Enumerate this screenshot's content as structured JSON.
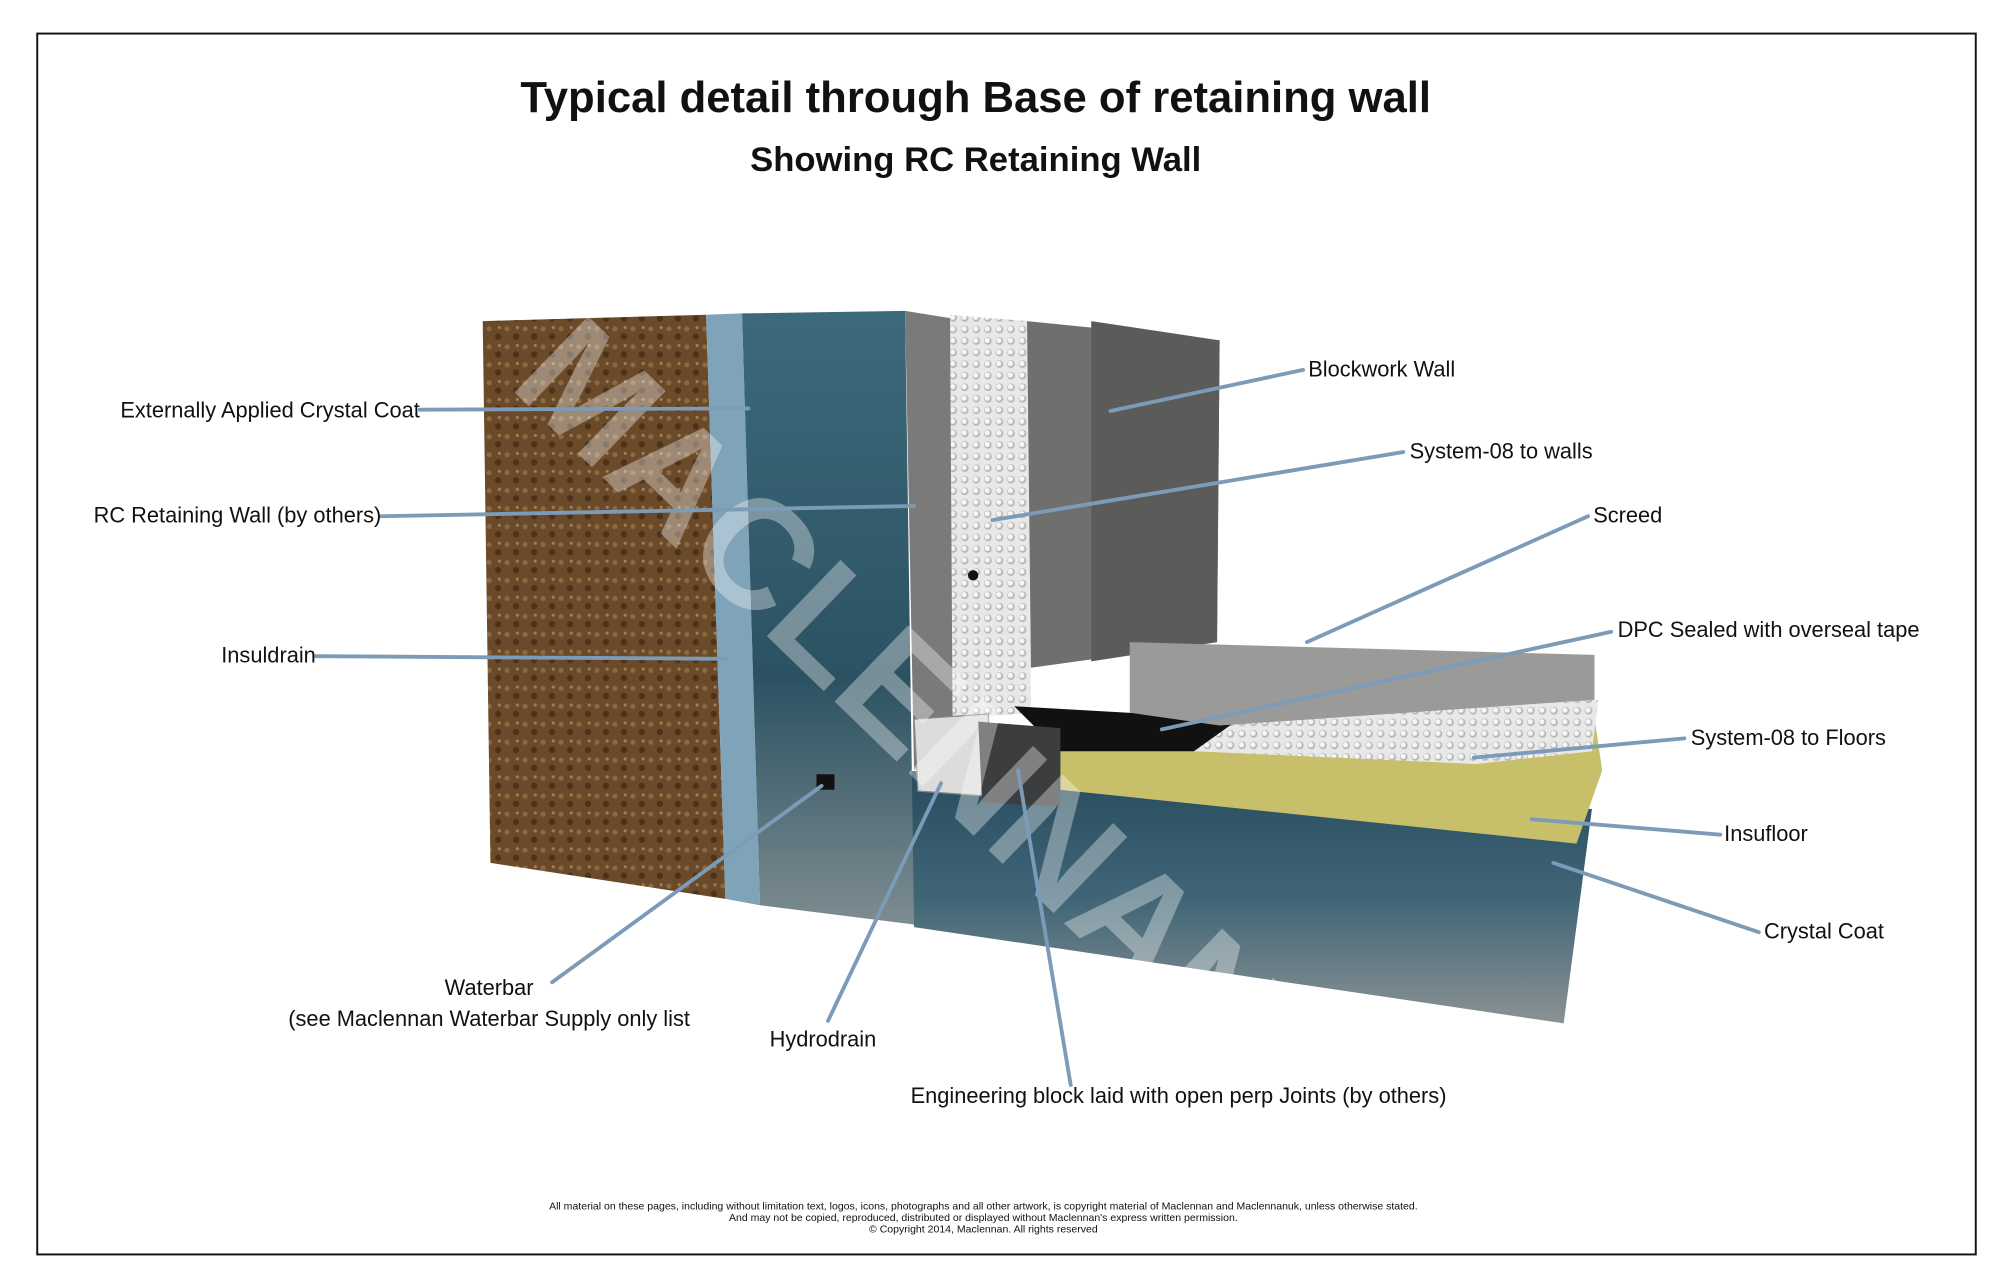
{
  "title": "Typical detail through Base of retaining wall",
  "subtitle": "Showing RC Retaining Wall",
  "watermark": "MACLENNAN",
  "labels": {
    "externally_applied_crystal_coat": "Externally Applied Crystal Coat",
    "rc_retaining_wall": "RC Retaining Wall (by others)",
    "insuldrain": "Insuldrain",
    "waterbar": "Waterbar",
    "waterbar_note": "(see Maclennan Waterbar Supply only list",
    "hydrodrain": "Hydrodrain",
    "engineering_block": "Engineering block laid with open perp Joints (by others)",
    "blockwork_wall": "Blockwork Wall",
    "system08_walls": "System-08 to walls",
    "screed": "Screed",
    "dpc": "DPC Sealed with overseal tape",
    "system08_floors": "System-08 to Floors",
    "insufloor": "Insufloor",
    "crystal_coat": "Crystal Coat"
  },
  "footer": {
    "line1": "All material on these pages, including without limitation text, logos, icons, photographs and all other artwork, is copyright material of Maclennan and Maclennanuk, unless otherwise stated.",
    "line2": "And may not be copied, reproduced, distributed or displayed without Maclennan's express written permission.",
    "line3": "© Copyright 2014, Maclennan.  All rights reserved"
  },
  "colors": {
    "leader": "#7b9bb9",
    "soil": "#6b4a2a",
    "crystal_coat": "#7fa3b8",
    "concrete_teal": "#2f5566",
    "insufloor": "#c8bf6a"
  }
}
